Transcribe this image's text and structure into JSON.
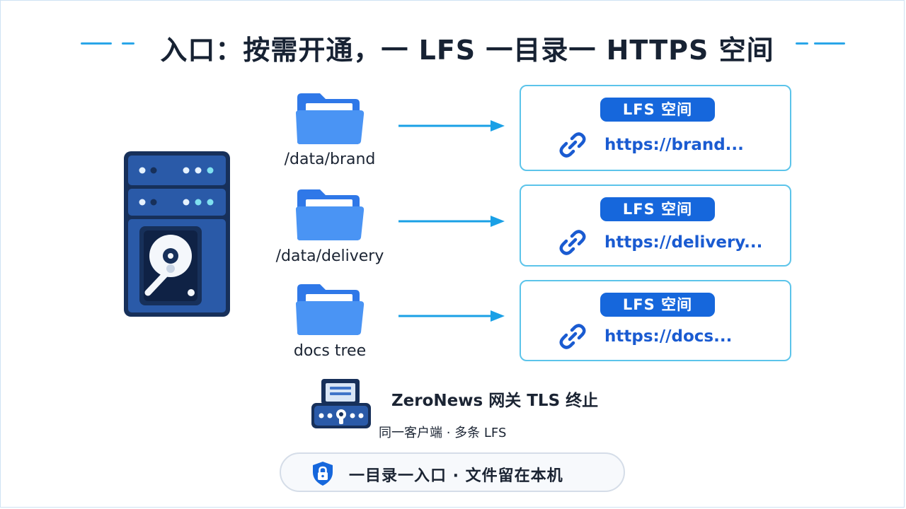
{
  "title": "入口：按需开通，一 LFS 一目录一 HTTPS 空间",
  "folders": [
    {
      "label": "/data/brand"
    },
    {
      "label": "/data/delivery"
    },
    {
      "label": "docs tree"
    }
  ],
  "cards": [
    {
      "badge": "LFS 空间",
      "url": "https://brand..."
    },
    {
      "badge": "LFS 空间",
      "url": "https://delivery..."
    },
    {
      "badge": "LFS 空间",
      "url": "https://docs..."
    }
  ],
  "gateway": {
    "title": "ZeroNews 网关 TLS 终止",
    "subtitle": "同一客户端 · 多条 LFS"
  },
  "footer": {
    "text": "一目录一入口 · 文件留在本机"
  },
  "colors": {
    "accent": "#1667dc",
    "card_border": "#5cc4ea",
    "arrow": "#1aa0e6",
    "folder": "#3b87f0",
    "server_dark": "#17305a",
    "server_blue": "#2a5aa8"
  },
  "icons": {
    "server": "server-hard-drive-icon",
    "folder": "folder-icon",
    "link": "link-chain-icon",
    "gateway": "gateway-icon",
    "lock": "shield-lock-icon"
  }
}
